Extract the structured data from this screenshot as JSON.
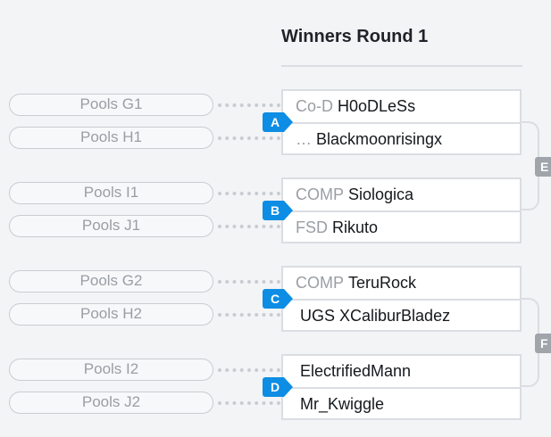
{
  "round": {
    "title": "Winners Round 1"
  },
  "matches": [
    {
      "badge": "A",
      "pools": [
        "Pools G1",
        "Pools H1"
      ],
      "players": [
        {
          "prefix": "Co-D",
          "name": "H0oDLeSs"
        },
        {
          "prefix": "…",
          "name": "Blackmoonrisingx"
        }
      ]
    },
    {
      "badge": "B",
      "pools": [
        "Pools I1",
        "Pools J1"
      ],
      "players": [
        {
          "prefix": "COMP",
          "name": "Siologica"
        },
        {
          "prefix": "FSD",
          "name": "Rikuto"
        }
      ]
    },
    {
      "badge": "C",
      "pools": [
        "Pools G2",
        "Pools H2"
      ],
      "players": [
        {
          "prefix": "COMP",
          "name": "TeruRock"
        },
        {
          "prefix": "",
          "name": "UGS XCaliburBladez"
        }
      ]
    },
    {
      "badge": "D",
      "pools": [
        "Pools I2",
        "Pools J2"
      ],
      "players": [
        {
          "prefix": "",
          "name": "ElectrifiedMann"
        },
        {
          "prefix": "",
          "name": "Mr_Kwiggle"
        }
      ]
    }
  ],
  "next_matches": [
    "E",
    "F"
  ],
  "colors": {
    "badge": "#0d8de3",
    "next_badge": "#a0a4ab",
    "border": "#dadde2"
  }
}
